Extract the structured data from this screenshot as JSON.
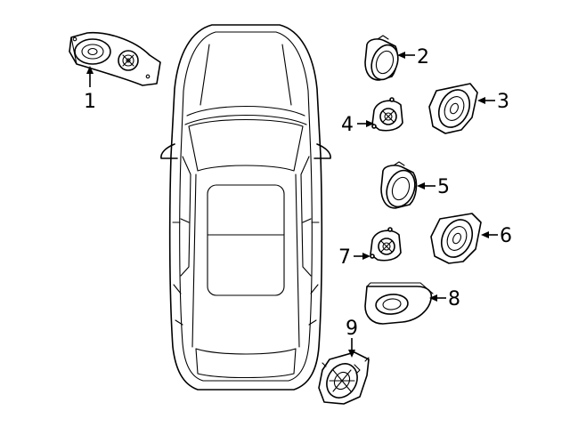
{
  "callouts": [
    {
      "id": 1,
      "label": "1"
    },
    {
      "id": 2,
      "label": "2"
    },
    {
      "id": 3,
      "label": "3"
    },
    {
      "id": 4,
      "label": "4"
    },
    {
      "id": 5,
      "label": "5"
    },
    {
      "id": 6,
      "label": "6"
    },
    {
      "id": 7,
      "label": "7"
    },
    {
      "id": 8,
      "label": "8"
    },
    {
      "id": 9,
      "label": "9"
    }
  ],
  "colors": {
    "line": "#000000",
    "background": "#ffffff"
  }
}
